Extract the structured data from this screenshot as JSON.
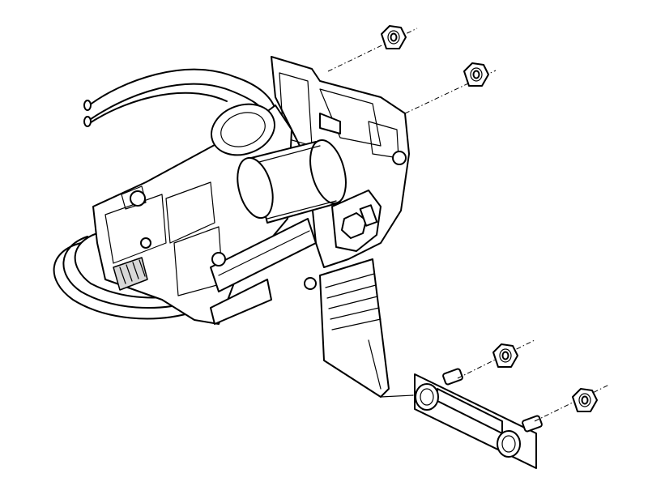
{
  "drawing": {
    "type": "exploded assembly line drawing",
    "background_color": "#ffffff",
    "line_color": "#000000",
    "parts": [
      "wire-harness",
      "motor-housing",
      "motor",
      "bracket",
      "cable-strip",
      "terminal-plate",
      "hex-nut",
      "hex-nut",
      "hex-nut",
      "hex-nut"
    ]
  }
}
